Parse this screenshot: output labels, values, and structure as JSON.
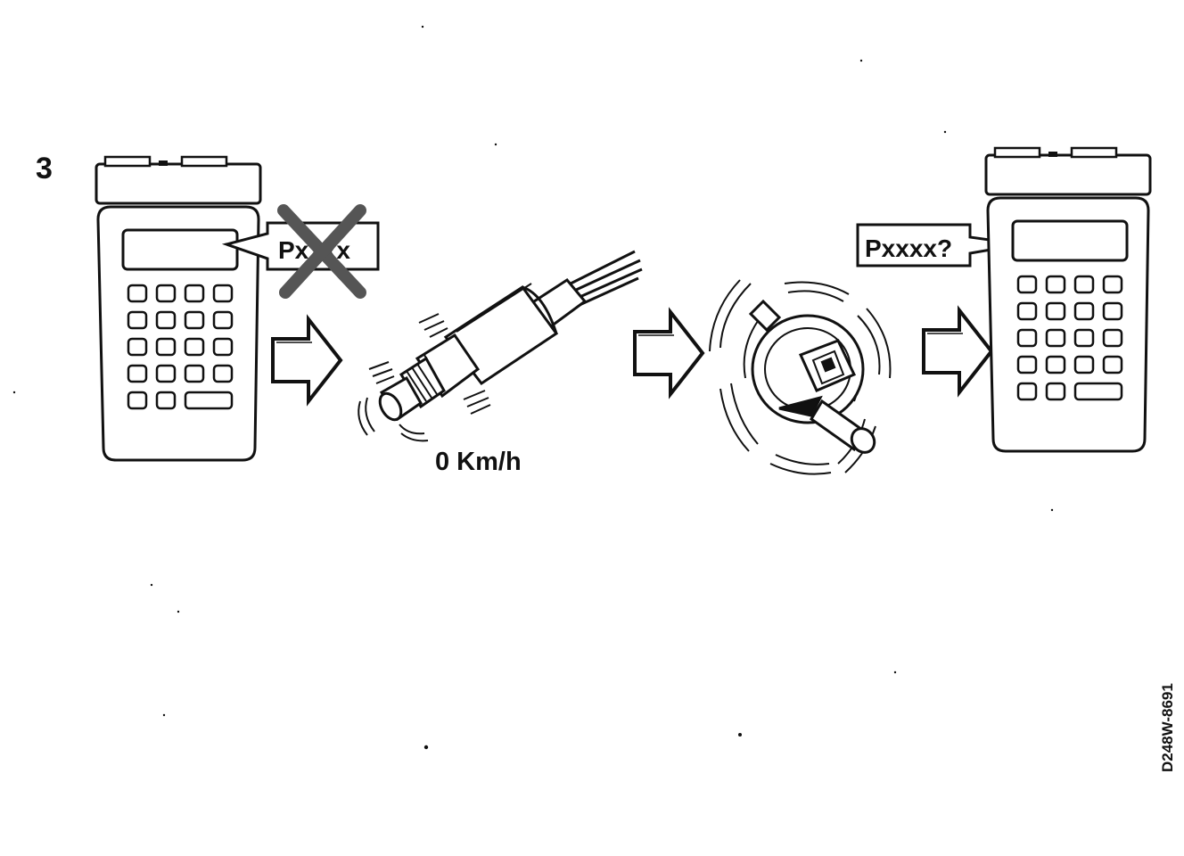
{
  "step_number": "3",
  "left_tester": {
    "bubble_text": "Pxxxx",
    "crossed_out": true
  },
  "right_tester": {
    "bubble_text": "Pxxxx?"
  },
  "speed_label": "0 Km/h",
  "figure_code": "D248W-8691",
  "colors": {
    "ink": "#111111",
    "paper": "#ffffff",
    "cross": "#555555"
  },
  "icons": [
    "diagnostic-tester-icon",
    "arrow-right-icon",
    "vehicle-speed-sensor-icon",
    "solenoid-valve-icon"
  ]
}
